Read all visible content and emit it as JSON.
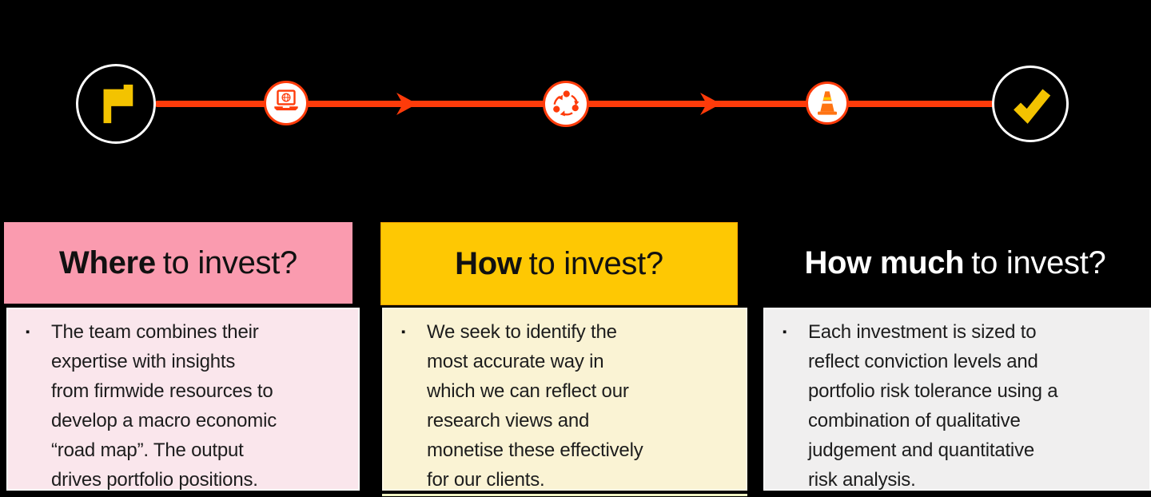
{
  "page": {
    "background": "#000000"
  },
  "timeline": {
    "line_color": "#FE3B0A",
    "milestone_fill": "#000000",
    "milestone_border": "#FFFFFF",
    "accent_gold": "#F3C300",
    "cone_color": "#FF7312",
    "cone_stripe_yellow": "#FFC800",
    "nodes": [
      {
        "icon": "flag-icon",
        "style": "black-milestone"
      },
      {
        "icon": "laptop-globe-icon",
        "style": "orange-step"
      },
      {
        "icon": "cycle-arrows-icon",
        "style": "orange-step"
      },
      {
        "icon": "traffic-cone-icon",
        "style": "orange-step"
      },
      {
        "icon": "checkmark-icon",
        "style": "black-milestone"
      }
    ]
  },
  "columns": [
    {
      "id": "where",
      "header_bold": "Where",
      "header_rest": "to invest?",
      "header_bg": "#FA9BAF",
      "header_fg": "#111111",
      "body_bg": "#FAE6EC",
      "body_border": "#FFFFFF",
      "bullet": "▪",
      "body_text": "The team combines their\nexpertise with insights\nfrom firmwide resources to\ndevelop a macro economic\n“road map”. The output\ndrives portfolio positions."
    },
    {
      "id": "how",
      "header_bold": "How",
      "header_rest": "to invest?",
      "header_bg": "#FEC803",
      "header_fg": "#111111",
      "body_bg": "#FAF3D4",
      "body_border": "#FDF8E4",
      "bullet": "▪",
      "body_text": "We seek to identify the\nmost accurate way in\nwhich we can reflect our\nresearch views and\nmonetise these effectively\nfor our clients."
    },
    {
      "id": "how-much",
      "header_bold": "How much",
      "header_rest": "to invest?",
      "header_bg": "#000000",
      "header_fg": "#FFFFFF",
      "body_bg": "#F0EFEF",
      "body_border": "#FFFFFF",
      "bullet": "▪",
      "body_text": "Each investment is sized to\nreflect conviction levels and\nportfolio risk tolerance using a\ncombination of qualitative\njudgement and quantitative\nrisk analysis."
    }
  ],
  "footer": {
    "accent_strip_color": "#EFF2C2"
  }
}
